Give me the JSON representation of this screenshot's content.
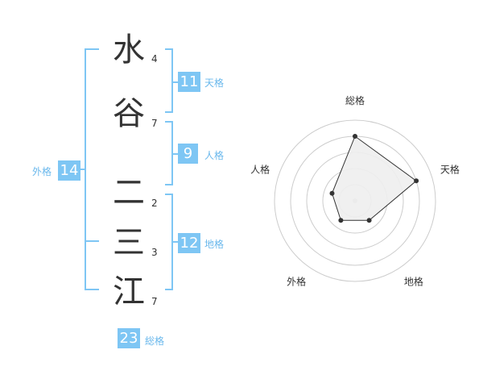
{
  "name": {
    "chars": [
      {
        "char": "水",
        "strokes": "4"
      },
      {
        "char": "谷",
        "strokes": "7"
      },
      {
        "char": "二",
        "strokes": "2"
      },
      {
        "char": "三",
        "strokes": "3"
      },
      {
        "char": "江",
        "strokes": "7"
      }
    ]
  },
  "grades": {
    "tenkaku": {
      "value": "11",
      "label": "天格"
    },
    "jinkaku": {
      "value": "9",
      "label": "人格"
    },
    "chikaku": {
      "value": "12",
      "label": "地格"
    },
    "gaikaku": {
      "value": "14",
      "label": "外格"
    },
    "soukaku": {
      "value": "23",
      "label": "総格"
    }
  },
  "chart_data": {
    "type": "radar",
    "axes": [
      "総格",
      "天格",
      "地格",
      "外格",
      "人格"
    ],
    "values": [
      0.8,
      0.8,
      0.3,
      0.3,
      0.3
    ],
    "range": [
      0,
      1
    ],
    "rings": 5,
    "colors": {
      "fill": "#eeeeee",
      "line": "#333333",
      "ring": "#cccccc",
      "center": "#cccccc"
    }
  },
  "colors": {
    "accent": "#7ec6f4",
    "accent_text": "#6ab8ec",
    "text": "#333333"
  }
}
